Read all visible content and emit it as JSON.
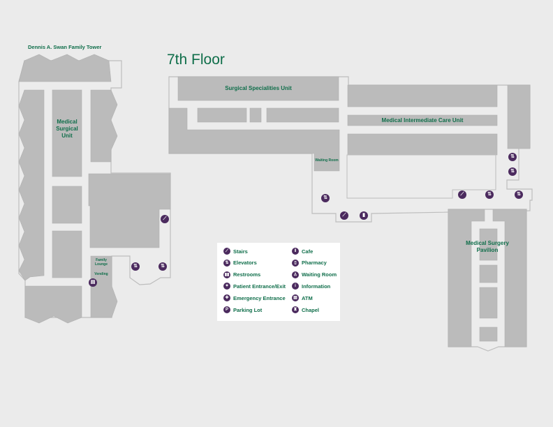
{
  "title": "7th Floor",
  "buildings": {
    "tower": "Dennis A. Swan Family Tower",
    "pavilion": "Medical Surgery Pavilion"
  },
  "units": {
    "medical_surgical": "Medical Surgical Unit",
    "surgical_specialities": "Surgical Specialities Unit",
    "medical_intermediate": "Medical Intermediate Care Unit",
    "waiting_room": "Waiting Room",
    "family_lounge": "Family Lounge",
    "vending": "Vending"
  },
  "legend": {
    "items": [
      {
        "label": "Stairs",
        "icon": "stairs-icon",
        "glyph": "⟋"
      },
      {
        "label": "Elevators",
        "icon": "elevator-icon",
        "glyph": "⇅"
      },
      {
        "label": "Restrooms",
        "icon": "restroom-icon",
        "glyph": "▮▮"
      },
      {
        "label": "Patient Entrance/Exit",
        "icon": "patient-entrance-icon",
        "glyph": "✦"
      },
      {
        "label": "Emergency Entrance",
        "icon": "emergency-icon",
        "glyph": "✚"
      },
      {
        "label": "Parking Lot",
        "icon": "parking-icon",
        "glyph": "P"
      },
      {
        "label": "Cafe",
        "icon": "cafe-icon",
        "glyph": "‖"
      },
      {
        "label": "Pharmacy",
        "icon": "pharmacy-icon",
        "glyph": "▯"
      },
      {
        "label": "Waiting Room",
        "icon": "waiting-room-icon",
        "glyph": "♙"
      },
      {
        "label": "Information",
        "icon": "information-icon",
        "glyph": "i"
      },
      {
        "label": "ATM",
        "icon": "atm-icon",
        "glyph": "▤"
      },
      {
        "label": "Chapel",
        "icon": "chapel-icon",
        "glyph": "♜"
      }
    ]
  },
  "colors": {
    "accent": "#0f6e4a",
    "icon": "#4b2a5e",
    "room": "#bbbbbb"
  }
}
